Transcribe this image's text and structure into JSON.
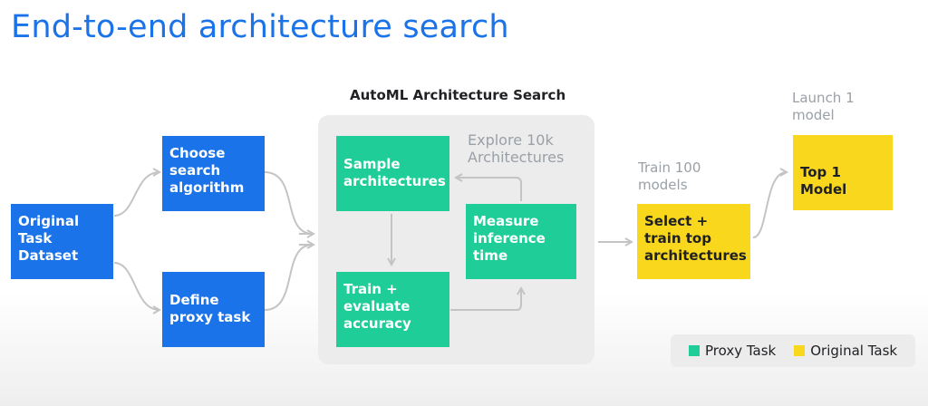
{
  "title": "End-to-end architecture search",
  "diagram": {
    "section_label": "AutoML Architecture Search",
    "nodes": {
      "original_dataset": "Original Task Dataset",
      "choose_search": "Choose search algorithm",
      "define_proxy": "Define proxy task",
      "sample_arch": "Sample architectures",
      "train_eval": "Train + evaluate accuracy",
      "measure_time": "Measure inference time",
      "select_train": "Select + train top architectures",
      "top_model": "Top 1 Model"
    },
    "annotations": {
      "explore": "Explore 10k Architectures",
      "train100": "Train 100 models",
      "launch1": "Launch 1 model"
    },
    "legend": {
      "proxy": "Proxy Task",
      "original": "Original Task"
    },
    "colors": {
      "blue": "#1a73e8",
      "proxy_green": "#1ecd97",
      "original_yellow": "#f9d71c",
      "arrow_gray": "#c4c4c4"
    }
  }
}
